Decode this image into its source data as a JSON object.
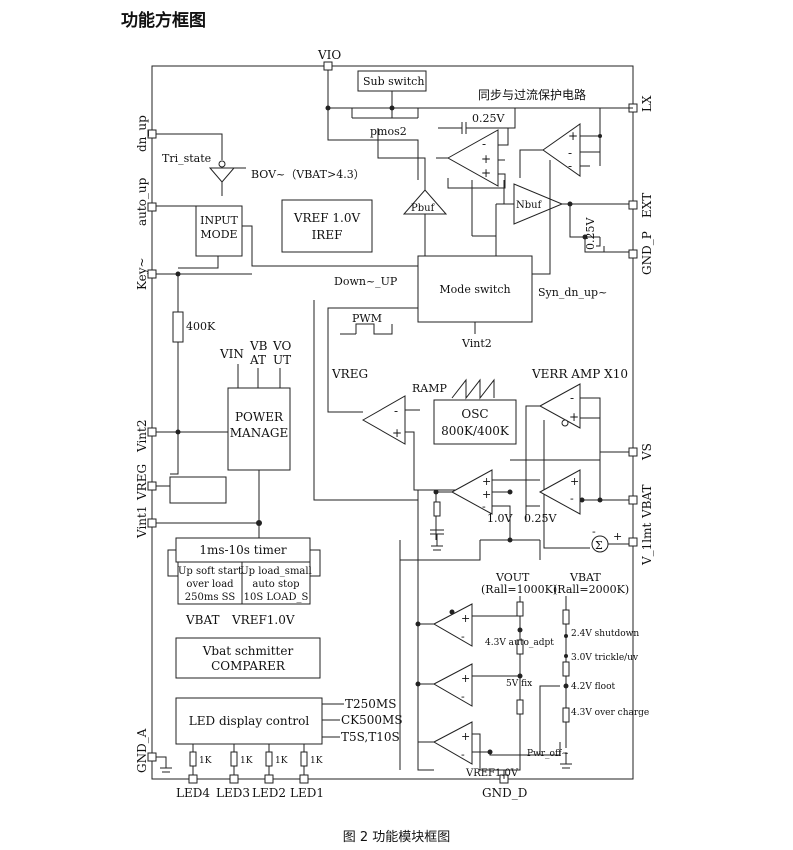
{
  "title": "功能方框图",
  "caption": "图 2    功能模块框图",
  "pins": {
    "vio": "VIO",
    "lx": "LX",
    "ext": "EXT",
    "gnd_p": "GND_P",
    "vs": "VS",
    "vbat": "VBAT",
    "v_1lmt": "V_1lmt",
    "gnd_d": "GND_D",
    "dn_up": "dn_up",
    "auto_up": "auto_up",
    "key": "Key~",
    "vint2": "Vint2",
    "vreg": "VREG",
    "vint1": "Vint1",
    "gnd_a": "GND_A",
    "led4": "LED4",
    "led3": "LED3",
    "led2": "LED2",
    "led1": "LED1"
  },
  "blocks": {
    "sub_switch": "Sub switch",
    "input_mode": [
      "INPUT",
      "MODE"
    ],
    "vref": [
      "VREF 1.0V",
      "IREF"
    ],
    "mode_switch": "Mode switch",
    "osc": [
      "OSC",
      "800K/400K"
    ],
    "power_manage": [
      "POWER",
      "MANAGE"
    ],
    "timer": "1ms-10s timer",
    "timer_left": [
      "Up soft start",
      "over load",
      "250ms SS"
    ],
    "timer_right": [
      "Up load_small",
      "auto stop",
      "10S LOAD_S"
    ],
    "comparer": [
      "Vbat schmitter",
      "COMPARER"
    ],
    "led_ctrl": "LED display control",
    "pbuf": "Pbuf",
    "nbuf": "Nbuf"
  },
  "labels": {
    "sync_protect": "同步与过流保护电路",
    "pmos2": "pmos2",
    "v025_top": "0.25V",
    "tri_state": "Tri_state",
    "bov": "BOV~（VBAT>4.3）",
    "down_up": "Down~_UP",
    "syn_dn_up": "Syn_dn_up~",
    "v025_side": "0.25V",
    "pwm": "PWM",
    "vint2_mid": "Vint2",
    "vreg_mid": "VREG",
    "ramp": "RAMP",
    "verr": "VERR AMP X10",
    "r400k": "400K",
    "vin": "VIN",
    "vbat_top": [
      "VB",
      "AT"
    ],
    "vout_top": [
      "VO",
      "UT"
    ],
    "v10": "1.0V",
    "v025_low": "0.25V",
    "vout_rall": [
      "VOUT",
      "(Rall=1000K)"
    ],
    "vbat_rall": [
      "VBAT",
      "(Rall=2000K)"
    ],
    "auto_adpt": "4.3V auto_adpt",
    "fix5v": "5V fix",
    "v24": "2.4V shutdown",
    "v30": "3.0V trickle/uv",
    "v42": "4.2V floot",
    "v43": "4.3V over charge",
    "pwr_off": "Pwr_off~",
    "vref10": "VREF1.0V",
    "cmp_vbat": "VBAT",
    "cmp_vref": "VREF1.0V",
    "t250": "T250MS",
    "ck500": "CK500MS",
    "t5s": "T5S,T10S",
    "r1k": "1K",
    "sigma": "Σ"
  }
}
